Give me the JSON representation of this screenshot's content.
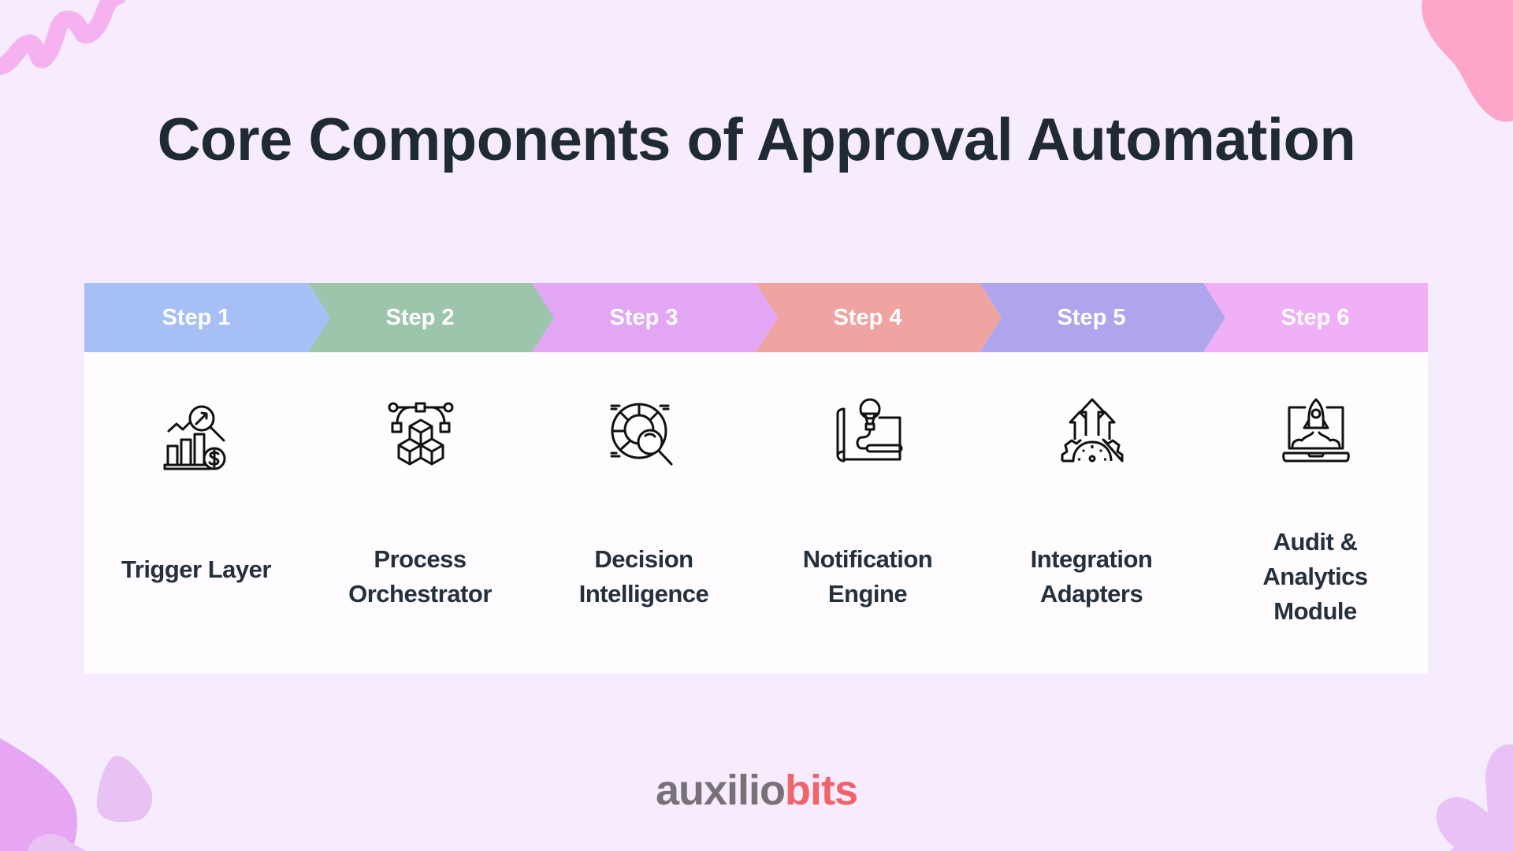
{
  "title": "Core Components of Approval Automation",
  "colors": {
    "background": "#f6ecfd",
    "title": "#1f2a36",
    "label_text": "#25303c",
    "panel": "#fefcff"
  },
  "steps": [
    {
      "label": "Step 1",
      "color": "#a6bff4",
      "icon": "chart-analytics-dollar-icon",
      "lines": [
        "Trigger Layer"
      ]
    },
    {
      "label": "Step 2",
      "color": "#9cc5ab",
      "icon": "cubes-network-icon",
      "lines": [
        "Process",
        "Orchestrator"
      ]
    },
    {
      "label": "Step 3",
      "color": "#e2a6f4",
      "icon": "pie-magnifier-icon",
      "lines": [
        "Decision",
        "Intelligence"
      ]
    },
    {
      "label": "Step 4",
      "color": "#f0a4a2",
      "icon": "blueprint-bulb-icon",
      "lines": [
        "Notification",
        "Engine"
      ]
    },
    {
      "label": "Step 5",
      "color": "#afa5ec",
      "icon": "gear-arrows-up-icon",
      "lines": [
        "Integration",
        "Adapters"
      ]
    },
    {
      "label": "Step 6",
      "color": "#f0b0f8",
      "icon": "laptop-rocket-icon",
      "lines": [
        "Audit &",
        "Analytics",
        "Module"
      ]
    }
  ],
  "logo": {
    "part1": "auxilio",
    "part2": "bits",
    "part1_color": "#787278",
    "part2_color": "#f0636a"
  }
}
